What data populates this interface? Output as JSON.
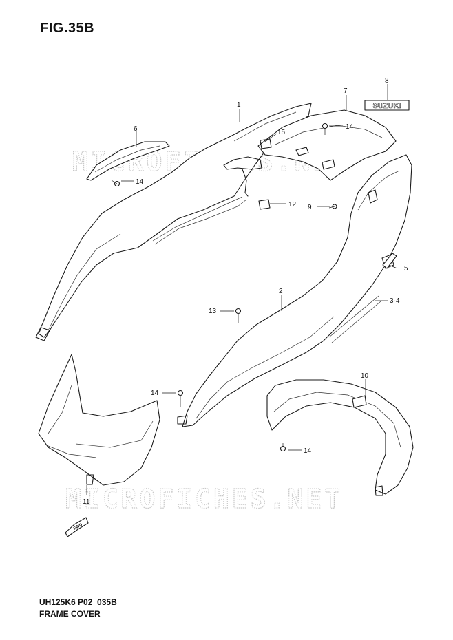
{
  "figure": {
    "number_label": "FIG.35B",
    "code": "UH125K6 P02_035B",
    "name": "FRAME COVER"
  },
  "watermark": {
    "text": "MICROFICHES.NET"
  },
  "emblem_text": "SUZUKI",
  "fwd_label": "FWD",
  "callouts": [
    {
      "id": "c1",
      "label": "1"
    },
    {
      "id": "c2",
      "label": "2"
    },
    {
      "id": "c34",
      "label": "3·4"
    },
    {
      "id": "c5",
      "label": "5"
    },
    {
      "id": "c6",
      "label": "6"
    },
    {
      "id": "c7",
      "label": "7"
    },
    {
      "id": "c8",
      "label": "8"
    },
    {
      "id": "c9",
      "label": "9"
    },
    {
      "id": "c10",
      "label": "10"
    },
    {
      "id": "c11",
      "label": "11"
    },
    {
      "id": "c12",
      "label": "12"
    },
    {
      "id": "c13",
      "label": "13"
    },
    {
      "id": "c14a",
      "label": "14"
    },
    {
      "id": "c14b",
      "label": "14"
    },
    {
      "id": "c14c",
      "label": "14"
    },
    {
      "id": "c14d",
      "label": "14"
    },
    {
      "id": "c15",
      "label": "15"
    }
  ]
}
